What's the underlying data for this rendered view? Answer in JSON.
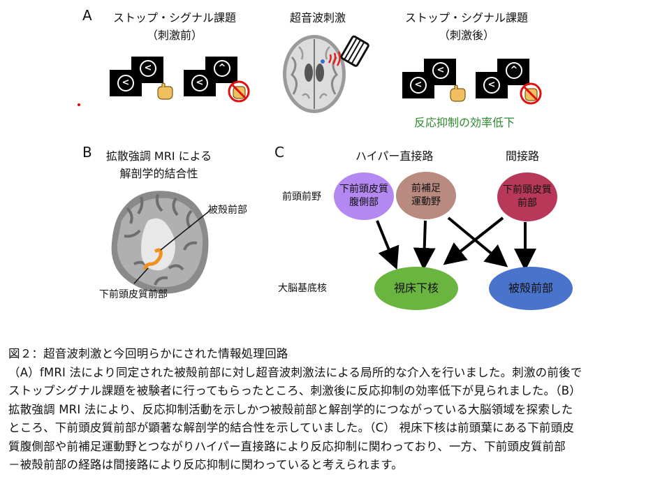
{
  "panel_a": {
    "letter": "A",
    "left_title": "ストップ・シグナル課題",
    "left_subtitle": "（刺激前）",
    "center_title": "超音波刺激",
    "right_title": "ストップ・シグナル課題",
    "right_subtitle": "（刺激後）",
    "green_label": "反応抑制の効率低下",
    "left_symbol": "<",
    "go_symbol": "<",
    "stop_symbol": "^"
  },
  "panel_b": {
    "letter": "B",
    "title_line1": "拡散強調 MRI による",
    "title_line2": "解剖学的結合性",
    "label_putamen": "被殻前部",
    "label_ifg": "下前頭皮質前部"
  },
  "panel_c": {
    "letter": "C",
    "hyperdirect": "ハイパー直接路",
    "indirect": "間接路",
    "row_frontal": "前頭前野",
    "row_basal": "大脳基底核",
    "node1": "下前頭皮質\n腹側部",
    "node2": "前補足\n運動野",
    "node3": "下前頭皮質\n前部",
    "node4": "視床下核",
    "node5": "被殻前部"
  },
  "colors": {
    "green_text": "#2e8b2e",
    "node_purple": "#b388f0",
    "node_brown": "#b88a80",
    "node_crimson": "#b8385a",
    "node_green": "#6ab440",
    "node_blue": "#4a74cc",
    "ultrasound_red": "#e02020",
    "tract_orange": "#f0901e"
  },
  "caption": {
    "line1": "図２：超音波刺激と今回明らかにされた情報処理回路",
    "line2": "（A）fMRI 法により同定された被殻前部に対し超音波刺激法による局所的な介入を行いました。刺激の前後で",
    "line3": "ストップシグナル課題を被験者に行ってもらったところ、刺激後に反応抑制の効率低下が見られました。（B）",
    "line4": "拡散強調 MRI 法により、反応抑制活動を示しかつ被殻前部と解剖学的につながっている大脳領域を探索した",
    "line5": "ところ、下前頭皮質前部が顕著な解剖学的結合性を示していました。（C） 視床下核は前頭葉にある下前頭皮",
    "line6": "質腹側部や前補足運動野とつながりハイパー直接路により反応抑制に関わっており、一方、下前頭皮質前部",
    "line7": "－被殻前部の経路は間接路により反応抑制に関わっていると考えられます。"
  }
}
